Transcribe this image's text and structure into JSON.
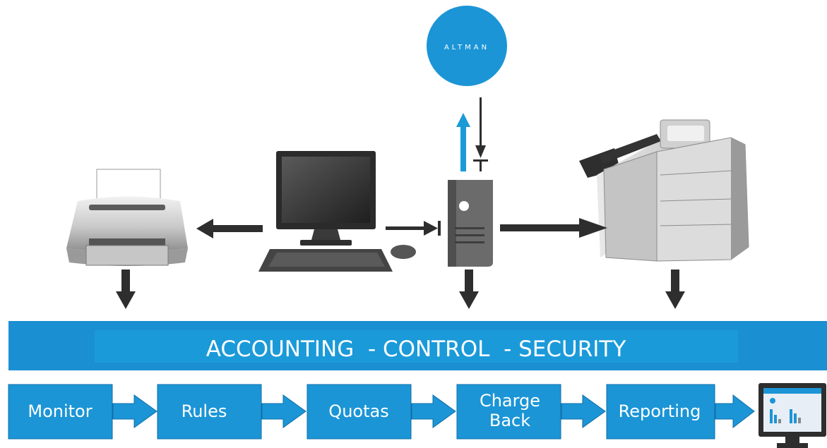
{
  "logo": {
    "text": "ALTMAN"
  },
  "banner": {
    "text": "ACCOUNTING  - CONTROL  - SECURITY"
  },
  "steps": [
    {
      "label": "Monitor"
    },
    {
      "label": "Rules"
    },
    {
      "label": "Quotas"
    },
    {
      "label": "Charge",
      "label2": "Back"
    },
    {
      "label": "Reporting"
    }
  ],
  "colors": {
    "blue": "#1b95d6",
    "banner_blue": "#1a8fd1",
    "arrow_dark": "#2e2e2e",
    "device_gray": "#6b6b6b",
    "accent_line": "#1c9ad8"
  },
  "icons": [
    "printer-icon",
    "computer-icon",
    "keyboard-icon",
    "mouse-icon",
    "server-icon",
    "copier-icon",
    "report-monitor-icon"
  ]
}
